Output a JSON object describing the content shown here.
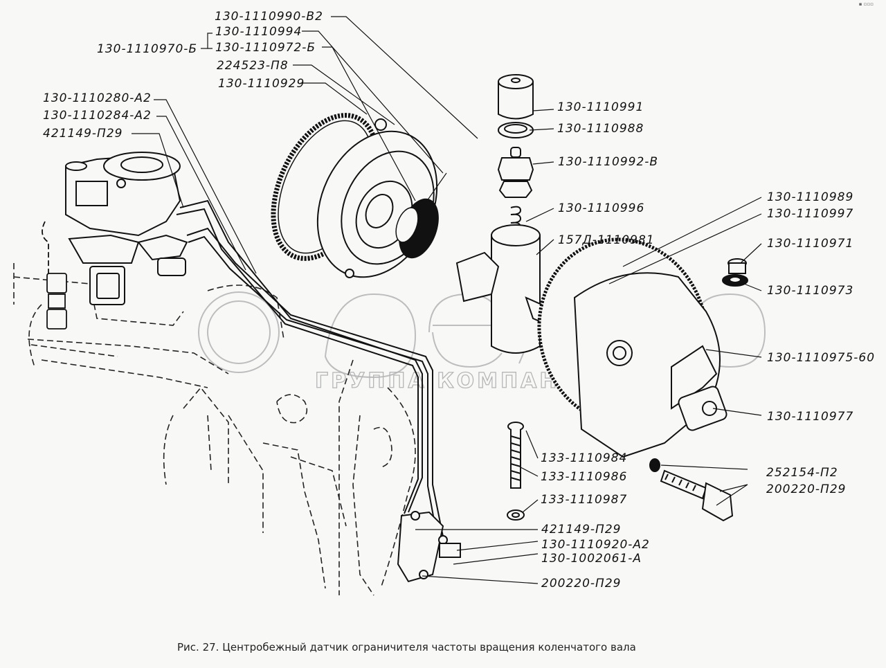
{
  "figure": {
    "caption": "Рис. 27. Центробежный датчик ограничителя частоты вращения коленчатого вала",
    "corner_mark": "▪ ▫▫▫"
  },
  "watermark": {
    "logo_text": "белаз",
    "subtitle": "ГРУППА КОМПАНИЙ"
  },
  "labels": {
    "top": [
      {
        "id": "p1110990",
        "text": "130-1110990-В2"
      },
      {
        "id": "p1110994",
        "text": "130-1110994"
      },
      {
        "id": "p1110970",
        "text": "130-1110970-Б"
      },
      {
        "id": "p1110972",
        "text": "130-1110972-Б"
      },
      {
        "id": "p224523",
        "text": "224523-П8"
      },
      {
        "id": "p1110929",
        "text": "130-1110929"
      }
    ],
    "left": [
      {
        "id": "p1110280",
        "text": "130-1110280-А2"
      },
      {
        "id": "p1110284",
        "text": "130-1110284-А2"
      },
      {
        "id": "p421149a",
        "text": "421149-П29"
      }
    ],
    "right_upper": [
      {
        "id": "p1110991",
        "text": "130-1110991"
      },
      {
        "id": "p1110988",
        "text": "130-1110988"
      },
      {
        "id": "p1110992",
        "text": "130-1110992-В"
      },
      {
        "id": "p1110996",
        "text": "130-1110996"
      },
      {
        "id": "p1110981",
        "text": "157Д-1110981"
      }
    ],
    "right": [
      {
        "id": "p1110989",
        "text": "130-1110989"
      },
      {
        "id": "p1110997",
        "text": "130-1110997"
      },
      {
        "id": "p1110971",
        "text": "130-1110971"
      },
      {
        "id": "p1110973",
        "text": "130-1110973"
      },
      {
        "id": "p1110975",
        "text": "130-1110975-60"
      },
      {
        "id": "p1110977",
        "text": "130-1110977"
      },
      {
        "id": "p252154",
        "text": "252154-П2"
      },
      {
        "id": "p200220a",
        "text": "200220-П29"
      }
    ],
    "bottom": [
      {
        "id": "p1110984",
        "text": "133-1110984"
      },
      {
        "id": "p1110986",
        "text": "133-1110986"
      },
      {
        "id": "p1110987",
        "text": "133-1110987"
      },
      {
        "id": "p421149b",
        "text": "421149-П29"
      },
      {
        "id": "p1110920",
        "text": "130-1110920-А2"
      },
      {
        "id": "p1002061",
        "text": "130-1002061-А"
      },
      {
        "id": "p200220b",
        "text": "200220-П29"
      }
    ]
  }
}
